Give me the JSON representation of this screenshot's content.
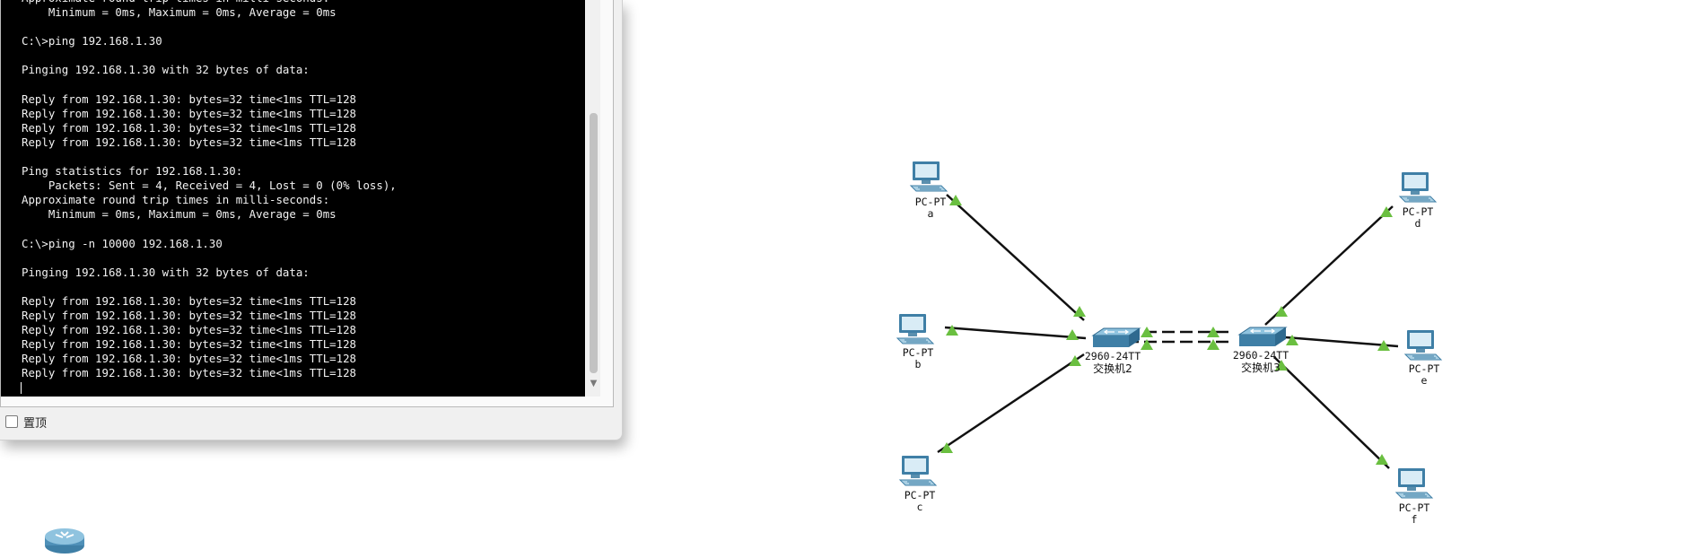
{
  "terminal": {
    "lines": [
      "Approximate round trip times in milli-seconds:",
      "    Minimum = 0ms, Maximum = 0ms, Average = 0ms",
      "",
      "C:\\>ping 192.168.1.30",
      "",
      "Pinging 192.168.1.30 with 32 bytes of data:",
      "",
      "Reply from 192.168.1.30: bytes=32 time<1ms TTL=128",
      "Reply from 192.168.1.30: bytes=32 time<1ms TTL=128",
      "Reply from 192.168.1.30: bytes=32 time<1ms TTL=128",
      "Reply from 192.168.1.30: bytes=32 time<1ms TTL=128",
      "",
      "Ping statistics for 192.168.1.30:",
      "    Packets: Sent = 4, Received = 4, Lost = 0 (0% loss),",
      "Approximate round trip times in milli-seconds:",
      "    Minimum = 0ms, Maximum = 0ms, Average = 0ms",
      "",
      "C:\\>ping -n 10000 192.168.1.30",
      "",
      "Pinging 192.168.1.30 with 32 bytes of data:",
      "",
      "Reply from 192.168.1.30: bytes=32 time<1ms TTL=128",
      "Reply from 192.168.1.30: bytes=32 time<1ms TTL=128",
      "Reply from 192.168.1.30: bytes=32 time<1ms TTL=128",
      "Reply from 192.168.1.30: bytes=32 time<1ms TTL=128",
      "Reply from 192.168.1.30: bytes=32 time<1ms TTL=128",
      "Reply from 192.168.1.30: bytes=32 time<1ms TTL=128"
    ]
  },
  "pin_checkbox": {
    "label": "置顶",
    "checked": false
  },
  "devices": {
    "pc_a": {
      "type": "PC-PT",
      "name": "a"
    },
    "pc_b": {
      "type": "PC-PT",
      "name": "b"
    },
    "pc_c": {
      "type": "PC-PT",
      "name": "c"
    },
    "pc_d": {
      "type": "PC-PT",
      "name": "d"
    },
    "pc_e": {
      "type": "PC-PT",
      "name": "e"
    },
    "pc_f": {
      "type": "PC-PT",
      "name": "f"
    },
    "switch2": {
      "model": "2960-24TT",
      "name": "交换机2"
    },
    "switch3": {
      "model": "2960-24TT",
      "name": "交换机3"
    }
  },
  "colors": {
    "link_up": "#6abf40",
    "terminal_bg": "#000000",
    "switch_body": "#3f7fa6"
  }
}
